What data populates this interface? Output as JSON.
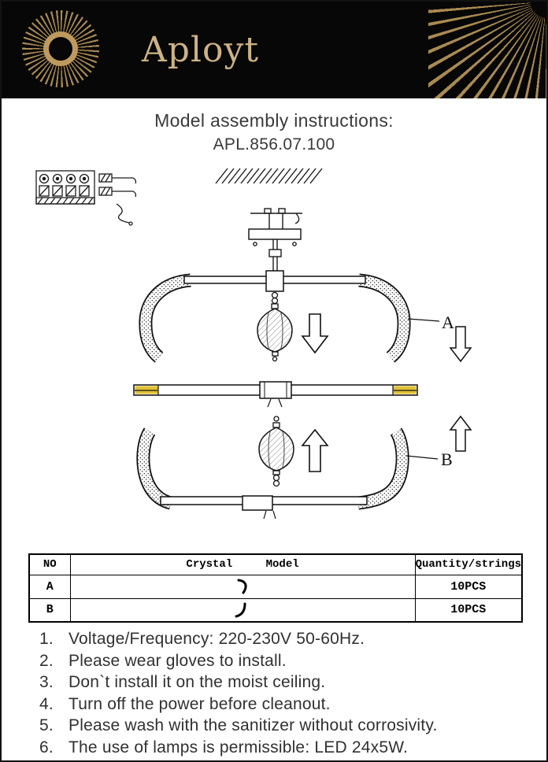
{
  "header": {
    "logo_text": "Aployt"
  },
  "title": {
    "line1": "Model assembly instructions:",
    "line2": "APL.856.07.100"
  },
  "diagram": {
    "label_a": "A",
    "label_b": "B"
  },
  "table": {
    "headers": [
      "NO",
      "Crystal Model",
      "Quantity/strings"
    ],
    "rows": [
      {
        "no": "A",
        "symbol": "crystal-hook-a",
        "qty": "10PCS"
      },
      {
        "no": "B",
        "symbol": "crystal-hook-b",
        "qty": "10PCS"
      }
    ]
  },
  "instructions": [
    {
      "num": "1.",
      "text": "Voltage/Frequency: 220-230V 50-60Hz."
    },
    {
      "num": "2.",
      "text": "Please wear gloves to install."
    },
    {
      "num": "3.",
      "text": "Don`t install it on the moist ceiling."
    },
    {
      "num": "4.",
      "text": "Turn off the power before cleanout."
    },
    {
      "num": "5.",
      "text": "Please wash with the sanitizer without corrosivity."
    },
    {
      "num": "6.",
      "text": "The use of lamps is permissible: LED 24x5W."
    }
  ],
  "colors": {
    "gold": "#c9a368",
    "bar_end_yellow": "#e2c235",
    "header_bg": "#070707"
  }
}
